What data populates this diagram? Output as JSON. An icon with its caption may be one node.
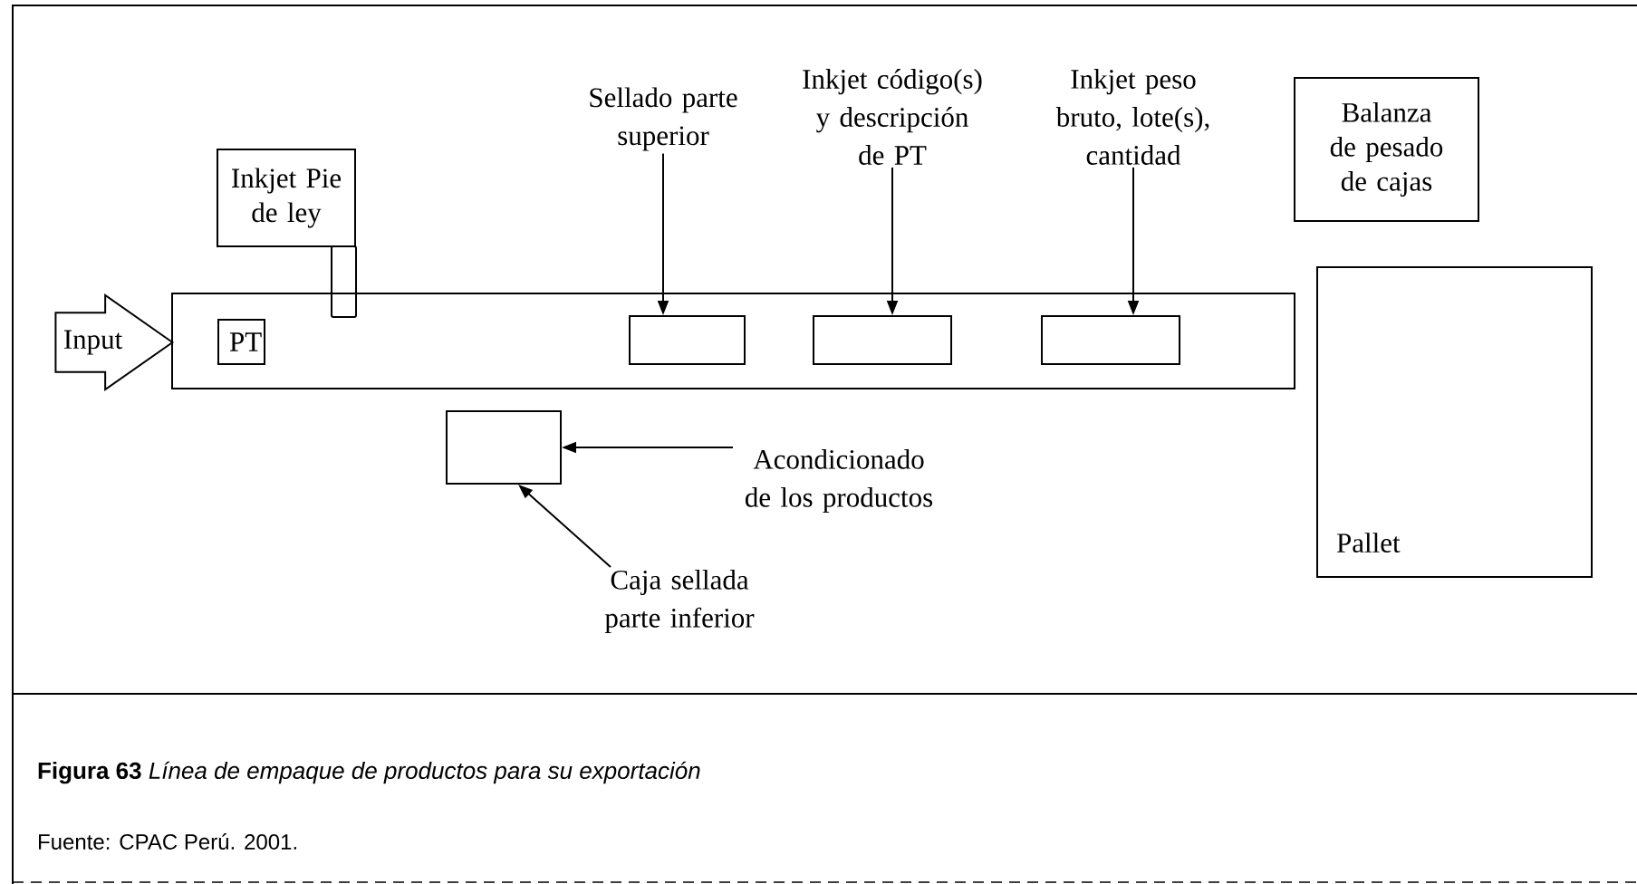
{
  "diagram": {
    "caption": "**Figura 63** *Línea de empaque de productos para su exportación*",
    "nodes": [
      {
        "text": [
          "Input"
        ]
      },
      {
        "text": [],
        "shape": "box"
      },
      {
        "text": [
          "PT"
        ],
        "in": 1
      },
      {
        "text": [
          "Inkjet Pie de ley"
        ]
      },
      {
        "text": [],
        "shape": "box",
        "in": 1
      },
      {
        "text": [],
        "shape": "box",
        "in": 1
      },
      {
        "text": [],
        "shape": "box",
        "in": 1
      },
      {
        "text": [
          "Balanza de pesado de cajas"
        ]
      },
      {
        "text": [
          "Pallet"
        ]
      },
      {
        "text": [],
        "shape": "box"
      },
      {
        "text": [
          "Sellado parte superior"
        ]
      },
      {
        "text": [
          "Inkjet código(s) y descripción de PT"
        ]
      },
      {
        "text": [
          "Inkjet peso bruto, lote(s), cantidad"
        ]
      },
      {
        "text": [
          "Acondicionado de los productos"
        ]
      },
      {
        "text": [
          "Caja sellada parte inferior"
        ]
      }
    ],
    "edges": [
      {
        "from": 10,
        "to": 4,
        "arrow": "to"
      },
      {
        "from": 11,
        "to": 5,
        "arrow": "to"
      },
      {
        "from": 12,
        "to": 6,
        "arrow": "to"
      },
      {
        "from": 13,
        "to": 9,
        "arrow": "to"
      },
      {
        "from": 14,
        "to": 9,
        "arrow": "to"
      }
    ],
    "labels": [
      "Fuente: CPAC Perú. 2001."
    ]
  }
}
